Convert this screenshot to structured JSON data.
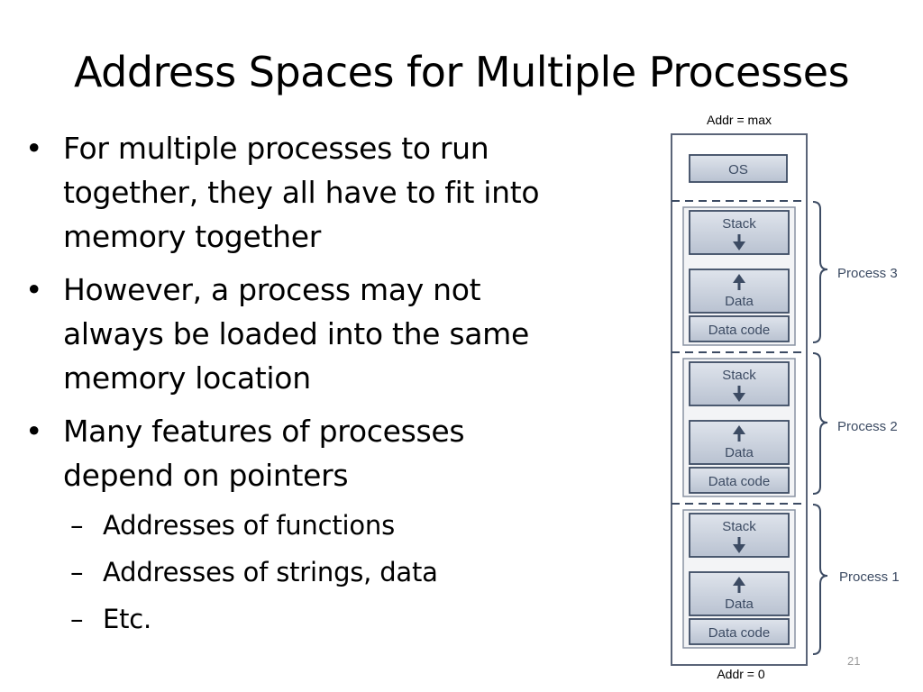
{
  "slide": {
    "title": "Address Spaces for Multiple Processes",
    "number": "21"
  },
  "bullets": [
    {
      "level": 1,
      "text_lines": [
        "For multiple processes to run",
        "together, they all have to fit into",
        "memory together"
      ]
    },
    {
      "level": 1,
      "text_lines": [
        "However, a process may not",
        "always be loaded into the same",
        "memory location"
      ]
    },
    {
      "level": 1,
      "text_lines": [
        "Many features of processes",
        "depend on pointers"
      ]
    },
    {
      "level": 2,
      "text_lines": [
        "Addresses of functions"
      ]
    },
    {
      "level": 2,
      "text_lines": [
        "Addresses of strings, data"
      ]
    },
    {
      "level": 2,
      "text_lines": [
        "Etc."
      ]
    }
  ],
  "bullet_glyphs": {
    "level1": "•",
    "level2": "–"
  },
  "diagram": {
    "top_label": "Addr = max",
    "bottom_label": "Addr = 0",
    "os_label": "OS",
    "processes": [
      {
        "name": "Process 3",
        "stack": "Stack",
        "data": "Data",
        "code": "Data code"
      },
      {
        "name": "Process 2",
        "stack": "Stack",
        "data": "Data",
        "code": "Data code"
      },
      {
        "name": "Process 1",
        "stack": "Stack",
        "data": "Data",
        "code": "Data code"
      }
    ],
    "colors": {
      "block_fill": "#c9d1dd",
      "block_stroke": "#3c4b63",
      "arrow": "#3c4b63",
      "text": "#3c4b63",
      "outer_stroke": "#5a6478"
    }
  }
}
